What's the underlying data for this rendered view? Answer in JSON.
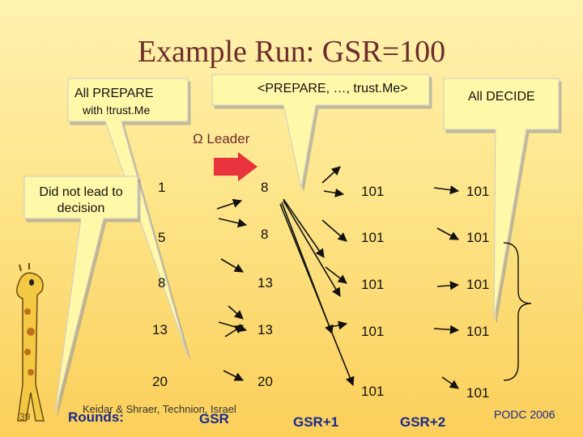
{
  "title": "Example Run: GSR=100",
  "callouts": {
    "all_prepare_line1": "All PREPARE",
    "all_prepare_line2": "with !trust.Me",
    "prepare_msg": "<PREPARE, …, trust.Me>",
    "all_decide": "All DECIDE",
    "did_not_lead_line1": "Did not lead to",
    "did_not_lead_line2": "decision"
  },
  "leader_label": "Ω Leader",
  "columns": [
    [
      "1",
      "5",
      "8",
      "13",
      "20"
    ],
    [
      "8",
      "8",
      "13",
      "13",
      "20"
    ],
    [
      "101",
      "101",
      "101",
      "101",
      "101"
    ],
    [
      "101",
      "101",
      "101",
      "101",
      "101"
    ]
  ],
  "rounds": {
    "label": "Rounds:",
    "r1": "GSR",
    "r2": "GSR+1",
    "r3": "GSR+2"
  },
  "footer": {
    "authors": "Keidar & Shraer, Technion, Israel",
    "venue": "PODC 2006",
    "page": "39"
  },
  "colors": {
    "title": "#6b2c2c",
    "callout_fill": "#fff8a8",
    "leader_arrow": "#e8323c",
    "rounds": "#1a2a8a"
  }
}
